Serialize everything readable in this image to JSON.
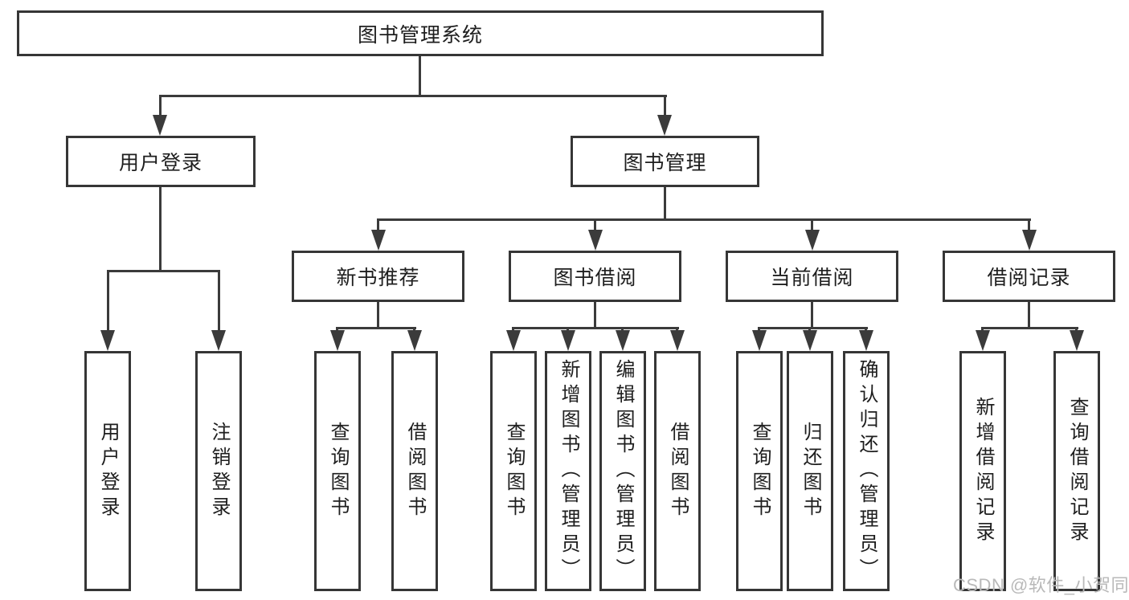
{
  "diagram": {
    "root": "图书管理系统",
    "level2": {
      "user_login": "用户登录",
      "book_management": "图书管理"
    },
    "level3": {
      "new_book_recommend": "新书推荐",
      "book_borrow": "图书借阅",
      "current_borrow": "当前借阅",
      "borrow_record": "借阅记录"
    },
    "leaves": {
      "user_login": "用户登录",
      "logout": "注销登录",
      "nbr_query_book": "查询图书",
      "nbr_borrow_book": "借阅图书",
      "bb_query_book": "查询图书",
      "bb_add_book": "新增图书（管理员）",
      "bb_edit_book": "编辑图书（管理员）",
      "bb_borrow_book": "借阅图书",
      "cb_query_book": "查询图书",
      "cb_return_book": "归还图书",
      "cb_confirm_return": "确认归还（管理员）",
      "br_add_record": "新增借阅记录",
      "br_query_record": "查询借阅记录"
    },
    "watermark": "CSDN @软件_小贺同学",
    "colors": {
      "line": "#3b3b3b",
      "box_border": "#363636",
      "text": "#1e1e1e",
      "watermark": "#b9b9b9",
      "background": "#ffffff"
    }
  }
}
